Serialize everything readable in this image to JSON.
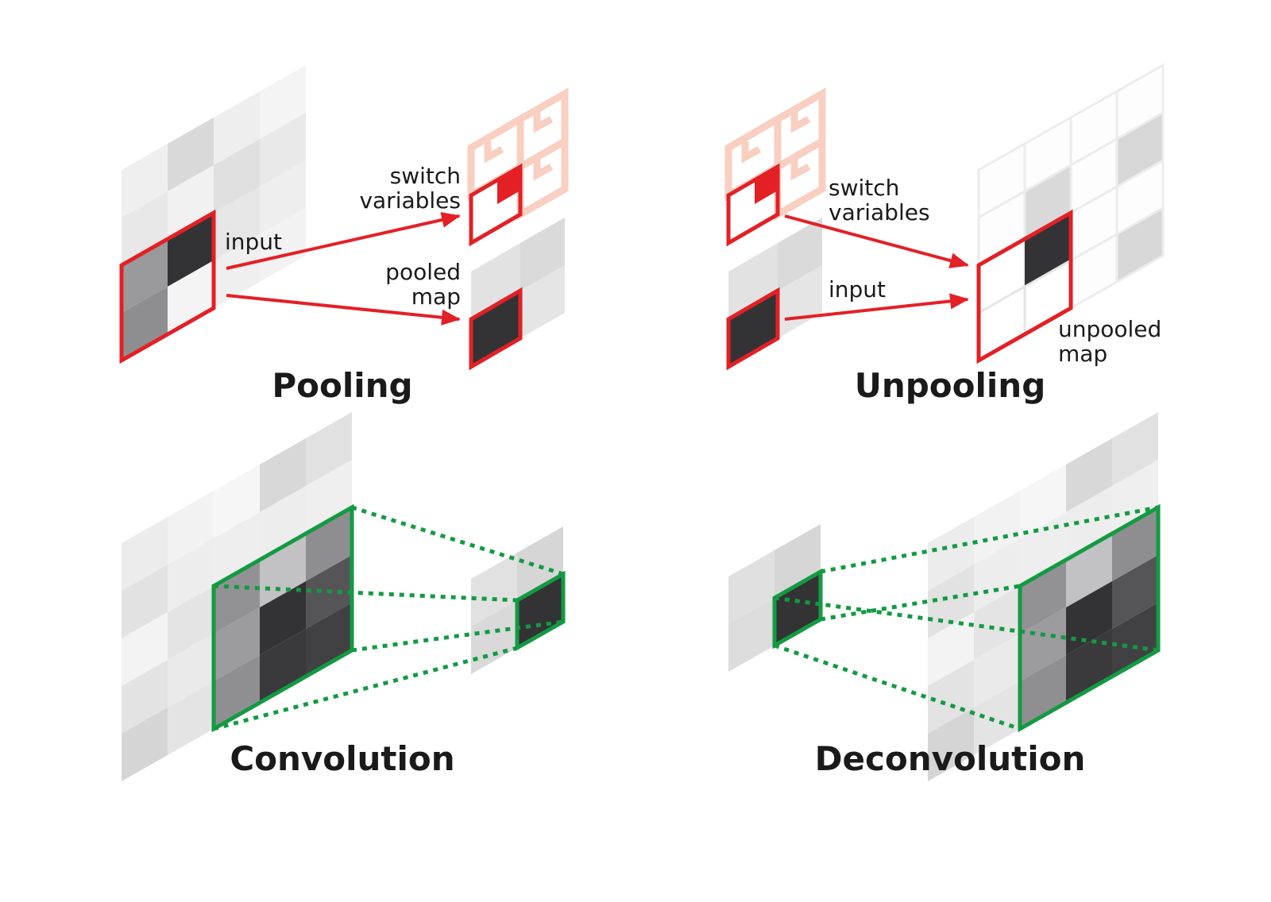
{
  "panels": {
    "pooling": {
      "title": "Pooling",
      "labels": {
        "input": "input",
        "switch_1": "switch",
        "switch_2": "variables",
        "pooled_1": "pooled",
        "pooled_2": "map"
      }
    },
    "unpooling": {
      "title": "Unpooling",
      "labels": {
        "switch_1": "switch",
        "switch_2": "variables",
        "input": "input",
        "unpooled_1": "unpooled",
        "unpooled_2": "map"
      }
    },
    "convolution": {
      "title": "Convolution"
    },
    "deconvolution": {
      "title": "Deconvolution"
    }
  },
  "colors": {
    "pool_accent": "#e32026",
    "switch_tint": "#f8cfc0",
    "conv_accent": "#139a43",
    "dark_cell": "#333335"
  }
}
